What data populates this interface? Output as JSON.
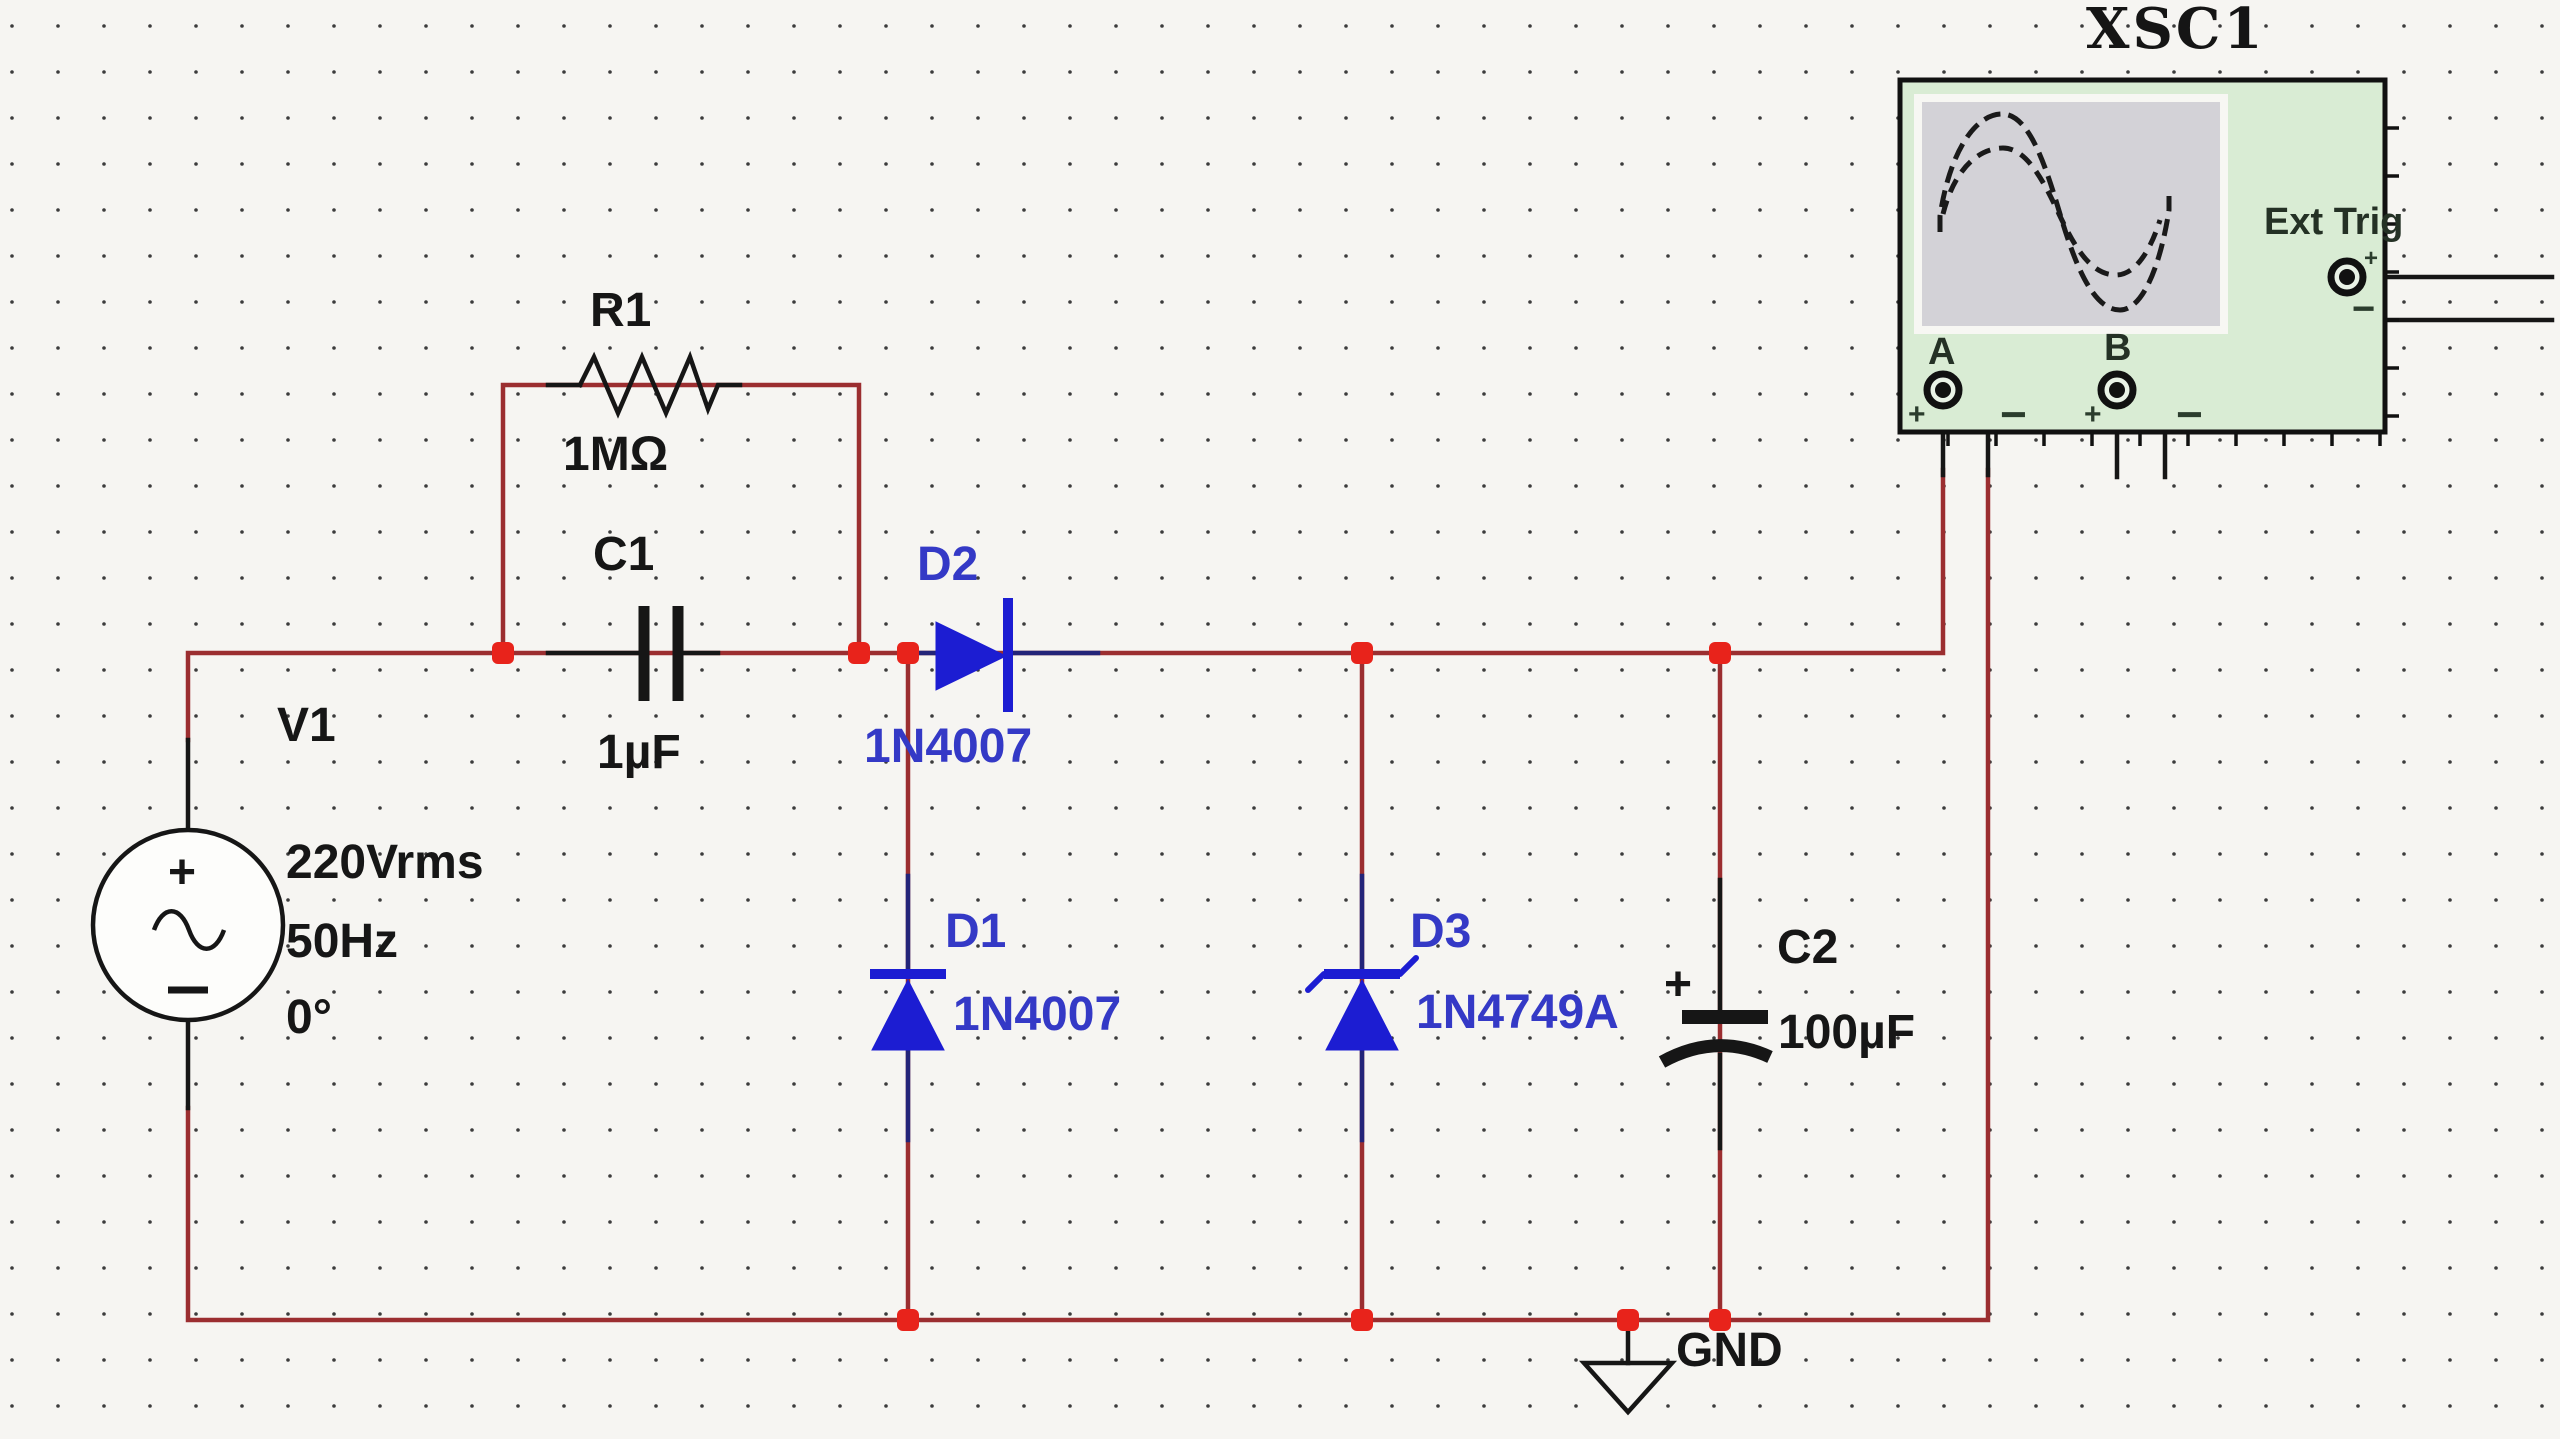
{
  "schematic": {
    "components": {
      "v1": {
        "ref": "V1",
        "values": [
          "220Vrms",
          "50Hz",
          "0°"
        ],
        "plus": "+",
        "minus": "−"
      },
      "r1": {
        "ref": "R1",
        "value": "1MΩ"
      },
      "c1": {
        "ref": "C1",
        "value": "1µF"
      },
      "d1": {
        "ref": "D1",
        "value": "1N4007"
      },
      "d2": {
        "ref": "D2",
        "value": "1N4007"
      },
      "d3": {
        "ref": "D3",
        "value": "1N4749A"
      },
      "c2": {
        "ref": "C2",
        "value": "100µF",
        "polarity": "+"
      },
      "gnd": {
        "label": "GND"
      }
    },
    "oscilloscope": {
      "ref": "XSC1",
      "ext_trig_label": "Ext Trig",
      "channel_a_label": "A",
      "channel_b_label": "B",
      "plus": "+",
      "minus": "−"
    },
    "colors": {
      "wire": "#9b2e30",
      "junction": "#e8231b",
      "diode": "#1c1dd2",
      "diode_pin": "#232479",
      "label_blue": "#3439c6",
      "black": "#161616",
      "scope_body": "#d9ecd4",
      "scope_screen": "#d3d2d7"
    }
  }
}
